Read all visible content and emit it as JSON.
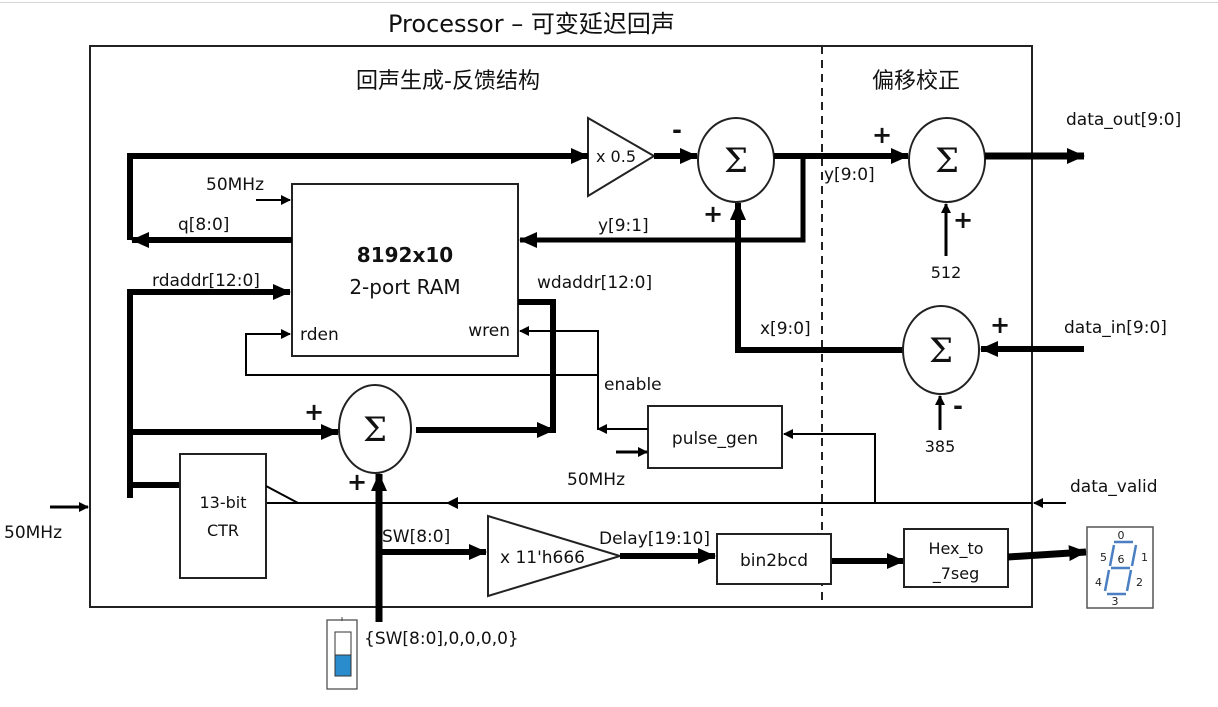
{
  "title": "Processor –  可变延迟回声",
  "sections": {
    "echo": "回声生成-反馈结构",
    "offset": "偏移校正"
  },
  "blocks": {
    "ram_size": "8192x10",
    "ram_type": "2-port RAM",
    "ram_rden": "rden",
    "ram_wren": "wren",
    "counter_line1": "13-bit",
    "counter_line2": "CTR",
    "pulse_gen": "pulse_gen",
    "bin2bcd": "bin2bcd",
    "hex_line1": "Hex_to",
    "hex_line2": "_7seg",
    "gain_half": "x 0.5",
    "gain_delay": "x 11'h666",
    "sum_symbol": "Σ"
  },
  "signals": {
    "clk_ram": "50MHz",
    "clk_pulse": "50MHz",
    "clk_main": "50MHz",
    "q": "q[8:0]",
    "rdaddr": "rdaddr[12:0]",
    "wdaddr": "wdaddr[12:0]",
    "y91": "y[9:1]",
    "y90": "y[9:0]",
    "x90": "x[9:0]",
    "enable": "enable",
    "data_out": "data_out[9:0]",
    "data_in": "data_in[9:0]",
    "data_valid": "data_valid",
    "sw": "SW[8:0]",
    "delay": "Delay[19:10]",
    "sw_concat": "{SW[8:0],0,0,0,0}",
    "const_512": "512",
    "const_385": "385"
  },
  "signs": {
    "fb_minus": "-",
    "fb_plus": "+",
    "out_plus_top": "+",
    "out_plus_bottom": "+",
    "in_plus": "+",
    "in_minus": "-",
    "addr_plus_left": "+",
    "addr_plus_bottom": "+"
  },
  "seven_seg": {
    "labels": [
      "0",
      "1",
      "2",
      "3",
      "4",
      "5",
      "6"
    ],
    "color": "#4a7fc1"
  },
  "switch": {
    "fill_color": "#2a8ccc"
  }
}
